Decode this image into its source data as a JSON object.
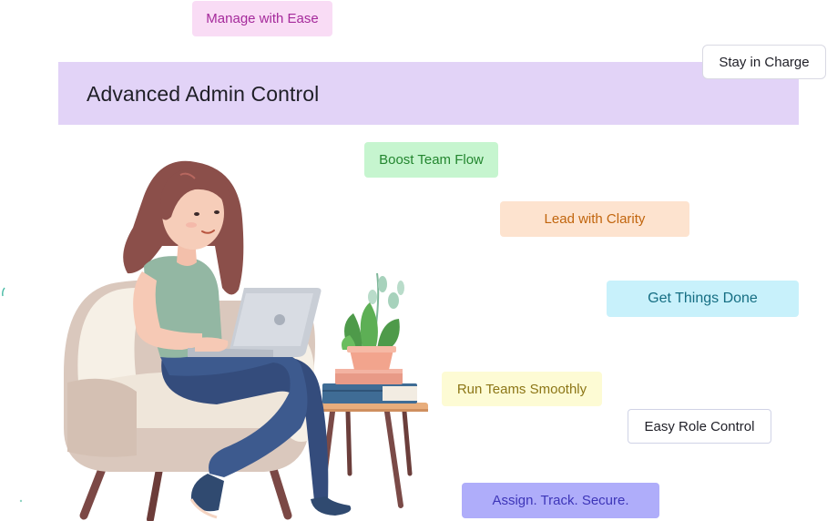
{
  "banner": {
    "title": "Advanced Admin Control"
  },
  "pills": [
    "Manage with Ease",
    "Stay in Charge",
    "Boost Team Flow",
    "Lead with Clarity",
    "Get Things Done",
    "Run Teams Smoothly",
    "Easy Role Control",
    "Assign. Track. Secure."
  ],
  "colors": {
    "banner_bg": "#e2d3f7",
    "pill_pink": "#f9dcf5",
    "pill_green": "#c6f5cf",
    "pill_peach": "#fde3cf",
    "pill_cyan": "#c8f1fb",
    "pill_yellow": "#fdfbd4",
    "pill_indigo": "#afadfa"
  },
  "illustration": {
    "icon": "woman-with-laptop-illustration"
  }
}
